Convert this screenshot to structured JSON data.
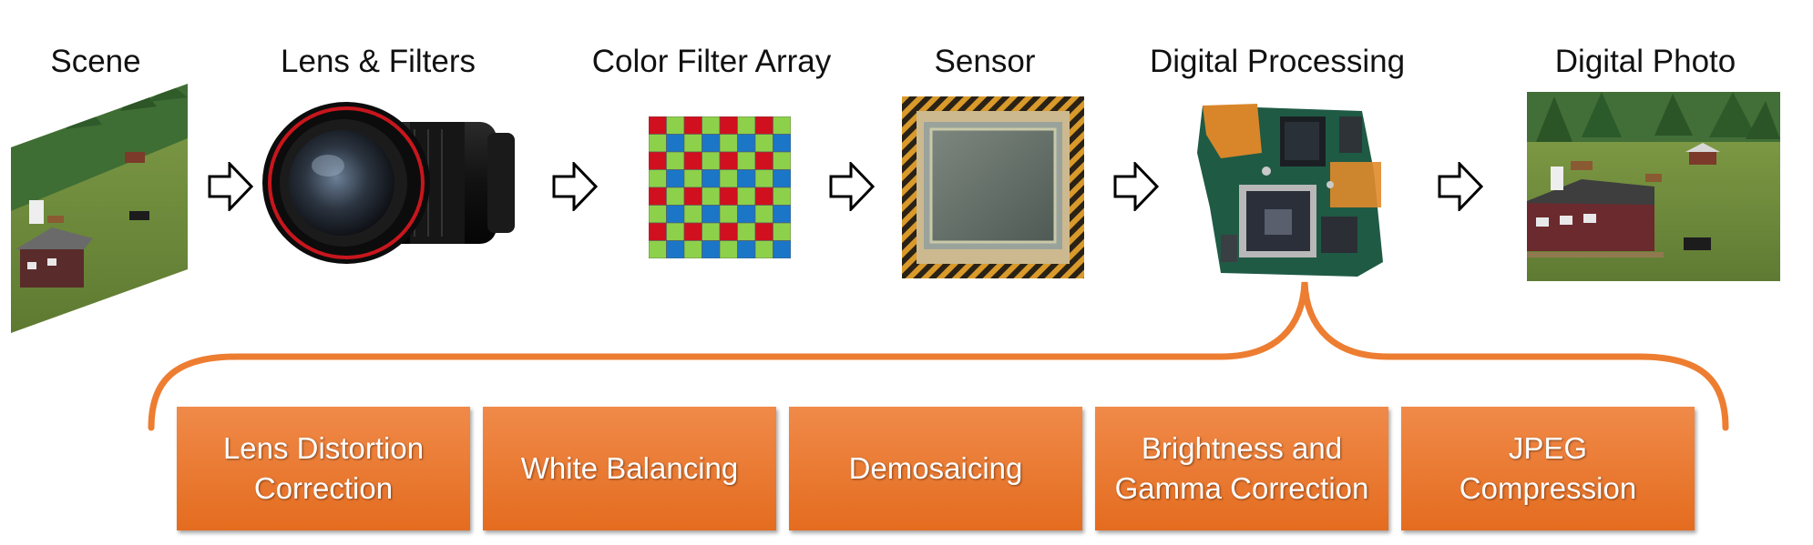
{
  "pipeline": {
    "stages": [
      {
        "label": "Scene"
      },
      {
        "label": "Lens & Filters"
      },
      {
        "label": "Color Filter Array"
      },
      {
        "label": "Sensor"
      },
      {
        "label": "Digital Processing"
      },
      {
        "label": "Digital Photo"
      }
    ]
  },
  "processing_steps": [
    {
      "label": "Lens Distortion\nCorrection"
    },
    {
      "label": "White Balancing"
    },
    {
      "label": "Demosaicing"
    },
    {
      "label": "Brightness and\nGamma Correction"
    },
    {
      "label": "JPEG\nCompression"
    }
  ],
  "colors": {
    "accent": "#ed7d31",
    "box_top": "#f08a49",
    "box_bottom": "#e46c1f",
    "bayer_red": "#d0101e",
    "bayer_green": "#8dd14a",
    "bayer_blue": "#1b76c8"
  },
  "icons": [
    "scene-image",
    "camera-lens-icon",
    "bayer-grid-icon",
    "sensor-chip-icon",
    "circuit-board-icon",
    "photo-image",
    "right-arrow-icon"
  ]
}
